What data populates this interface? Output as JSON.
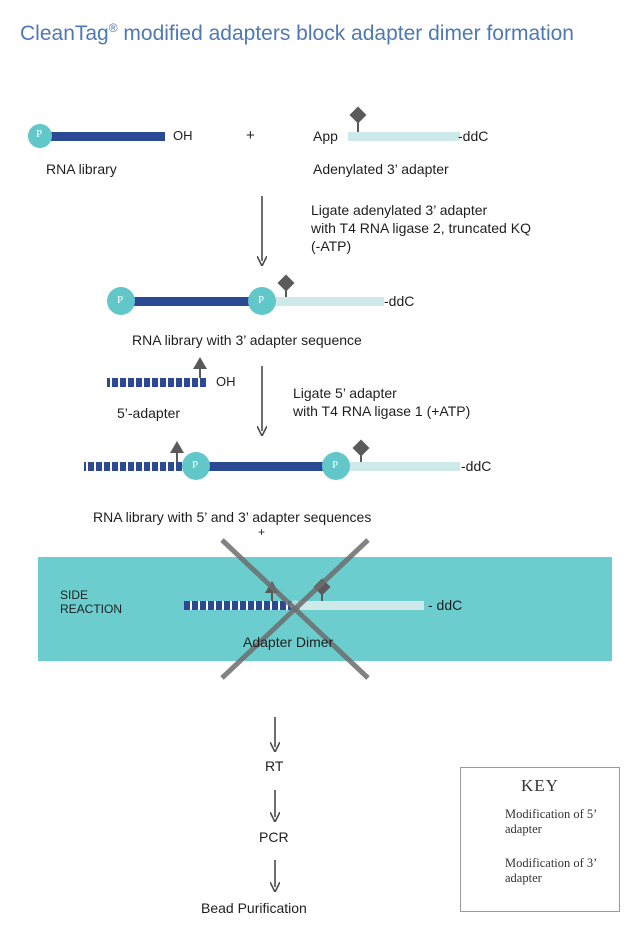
{
  "title": {
    "brand": "CleanTag",
    "reg": "®",
    "rest": " modified adapters block adapter dimer formation"
  },
  "colors": {
    "dark_blue": "#2c4a94",
    "light_teal": "#cde9ea",
    "teal_circle": "#62c7c9",
    "side_band": "#6ccdce",
    "mod_marker": "#5a5a5a",
    "title": "#4f78b6"
  },
  "row1": {
    "p": "P",
    "oh": "OH",
    "plus": "+",
    "app": "App",
    "ddc": "-ddC",
    "rna_library": "RNA library",
    "adenylated": "Adenylated 3’ adapter"
  },
  "step1": {
    "text": "Ligate adenylated 3’ adapter\nwith T4 RNA ligase 2, truncated KQ\n(-ATP)"
  },
  "row2": {
    "p1": "P",
    "p2": "P",
    "ddc": "-ddC",
    "label": "RNA library with 3’ adapter sequence"
  },
  "row3": {
    "oh": "OH",
    "label": "5’-adapter"
  },
  "step2": {
    "text": "Ligate 5’ adapter\nwith T4 RNA ligase 1 (+ATP)"
  },
  "row4": {
    "p1": "P",
    "p2": "P",
    "ddc": "-ddC",
    "label": "RNA library with 5’ and 3’ adapter sequences",
    "plus": "+"
  },
  "side_reaction": {
    "label": "SIDE\nREACTION",
    "ddc": "- ddC",
    "dimer": "Adapter Dimer"
  },
  "flow": {
    "rt": "RT",
    "pcr": "PCR",
    "bead": "Bead Purification"
  },
  "key": {
    "title": "KEY",
    "item1": "Modification of 5’\nadapter",
    "item2": "Modification of 3’\nadapter"
  }
}
